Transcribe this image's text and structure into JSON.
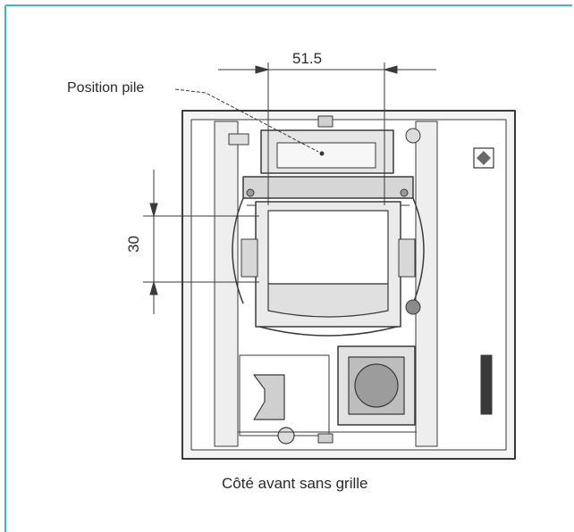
{
  "drawing": {
    "dimension_top": "51.5",
    "dimension_left": "30",
    "battery_label": "Position pile",
    "caption": "Côté avant sans grille",
    "badge_text": "",
    "colors": {
      "frame_border": "#3fb0dc",
      "line": "#3a3a3a",
      "light_fill": "#e6e6e6",
      "mid_fill": "#c9c9c9",
      "dark_fill": "#7a7a7a"
    }
  }
}
